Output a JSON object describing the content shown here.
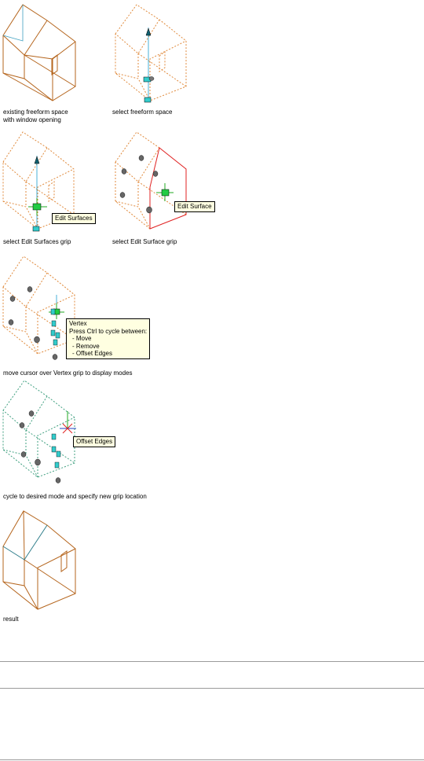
{
  "captions": {
    "fig1": [
      "existing freeform space",
      "with window opening"
    ],
    "fig2": "select freeform space",
    "fig3": "select Edit Surfaces grip",
    "fig4": "select Edit Surface grip",
    "fig5": "move cursor over Vertex grip to display modes",
    "fig6": "cycle to desired mode and specify new grip location",
    "fig7": "result"
  },
  "tooltips": {
    "edit_surfaces": "Edit Surfaces",
    "edit_surface": "Edit Surface",
    "vertex": {
      "title": "Vertex",
      "subtitle": "Press Ctrl to cycle between:",
      "modes": [
        "- Move",
        "- Remove",
        "- Offset Edges"
      ]
    },
    "offset_edges": "Offset Edges"
  },
  "colors": {
    "edge_solid": "#b5651d",
    "edge_dashed": "#e08a3c",
    "grip_cyan": "#33cccc",
    "selected_red": "#e02020",
    "active_green": "#22aa22",
    "axis_blue": "#2040c0",
    "result_green": "#40a080"
  }
}
